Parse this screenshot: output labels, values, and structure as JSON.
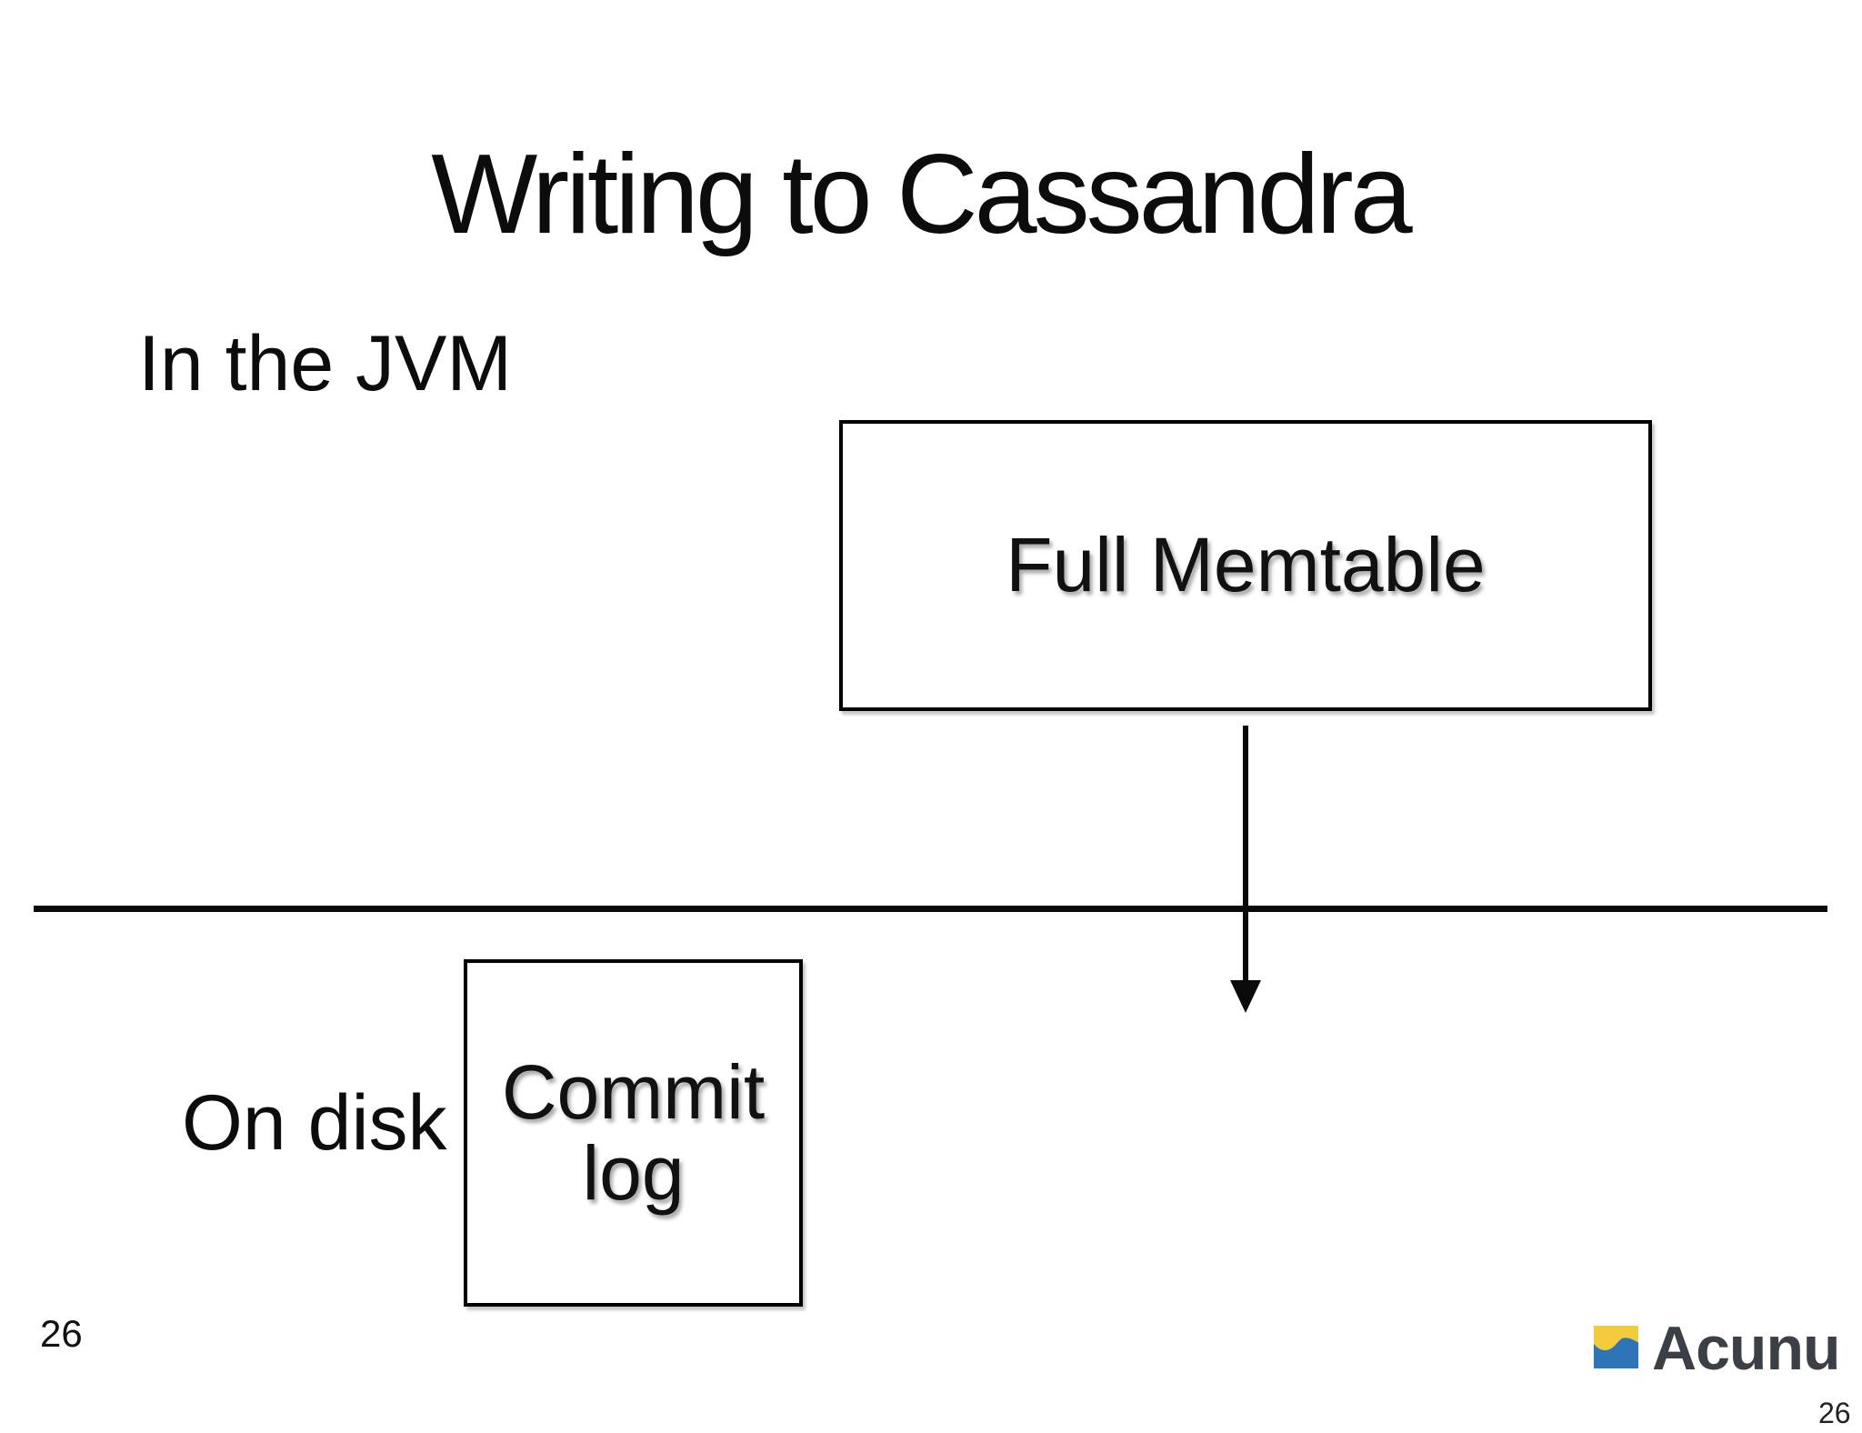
{
  "slide": {
    "title": "Writing to Cassandra",
    "page_number": "26",
    "corner_page_number": "26"
  },
  "diagram": {
    "region_labels": {
      "jvm": "In the JVM",
      "disk": "On disk"
    },
    "boxes": {
      "memtable": "Full Memtable",
      "commit_log": "Commit log"
    }
  },
  "logo": {
    "name": "Acunu",
    "colors": {
      "yellow": "#F2CC3C",
      "blue": "#2E74B8",
      "text": "#3B4046"
    }
  }
}
